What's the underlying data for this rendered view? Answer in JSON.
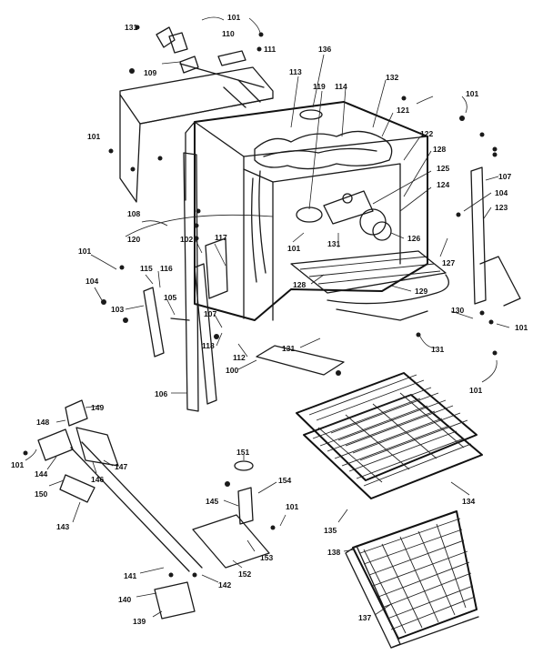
{
  "callouts": [
    {
      "id": "c131a",
      "text": "131"
    },
    {
      "id": "c101a",
      "text": "101"
    },
    {
      "id": "c110",
      "text": "110"
    },
    {
      "id": "c111",
      "text": "111"
    },
    {
      "id": "c109",
      "text": "109"
    },
    {
      "id": "c136",
      "text": "136"
    },
    {
      "id": "c113",
      "text": "113"
    },
    {
      "id": "c119",
      "text": "119"
    },
    {
      "id": "c114",
      "text": "114"
    },
    {
      "id": "c132",
      "text": "132"
    },
    {
      "id": "c101b",
      "text": "101"
    },
    {
      "id": "c121",
      "text": "121"
    },
    {
      "id": "c101c",
      "text": "101"
    },
    {
      "id": "c122",
      "text": "122"
    },
    {
      "id": "c128a",
      "text": "128"
    },
    {
      "id": "c125",
      "text": "125"
    },
    {
      "id": "c124",
      "text": "124"
    },
    {
      "id": "c107a",
      "text": "107"
    },
    {
      "id": "c104a",
      "text": "104"
    },
    {
      "id": "c123",
      "text": "123"
    },
    {
      "id": "c108",
      "text": "108"
    },
    {
      "id": "c120",
      "text": "120"
    },
    {
      "id": "c102",
      "text": "102"
    },
    {
      "id": "c117",
      "text": "117"
    },
    {
      "id": "c101d",
      "text": "101"
    },
    {
      "id": "c101e",
      "text": "101"
    },
    {
      "id": "c131b",
      "text": "131"
    },
    {
      "id": "c126",
      "text": "126"
    },
    {
      "id": "c127",
      "text": "127"
    },
    {
      "id": "c115",
      "text": "115"
    },
    {
      "id": "c116",
      "text": "116"
    },
    {
      "id": "c104b",
      "text": "104"
    },
    {
      "id": "c128b",
      "text": "128"
    },
    {
      "id": "c129",
      "text": "129"
    },
    {
      "id": "c103",
      "text": "103"
    },
    {
      "id": "c105",
      "text": "105"
    },
    {
      "id": "c130",
      "text": "130"
    },
    {
      "id": "c101f",
      "text": "101"
    },
    {
      "id": "c107b",
      "text": "107"
    },
    {
      "id": "c118",
      "text": "118"
    },
    {
      "id": "c112",
      "text": "112"
    },
    {
      "id": "c131c",
      "text": "131"
    },
    {
      "id": "c131d",
      "text": "131"
    },
    {
      "id": "c100",
      "text": "100"
    },
    {
      "id": "c106",
      "text": "106"
    },
    {
      "id": "c101g",
      "text": "101"
    },
    {
      "id": "c149",
      "text": "149"
    },
    {
      "id": "c148",
      "text": "148"
    },
    {
      "id": "c101h",
      "text": "101"
    },
    {
      "id": "c144",
      "text": "144"
    },
    {
      "id": "c147",
      "text": "147"
    },
    {
      "id": "c146",
      "text": "146"
    },
    {
      "id": "c150",
      "text": "150"
    },
    {
      "id": "c143",
      "text": "143"
    },
    {
      "id": "c151",
      "text": "151"
    },
    {
      "id": "c154",
      "text": "154"
    },
    {
      "id": "c145",
      "text": "145"
    },
    {
      "id": "c101i",
      "text": "101"
    },
    {
      "id": "c134",
      "text": "134"
    },
    {
      "id": "c135",
      "text": "135"
    },
    {
      "id": "c153",
      "text": "153"
    },
    {
      "id": "c152",
      "text": "152"
    },
    {
      "id": "c141",
      "text": "141"
    },
    {
      "id": "c142",
      "text": "142"
    },
    {
      "id": "c140",
      "text": "140"
    },
    {
      "id": "c138",
      "text": "138"
    },
    {
      "id": "c139",
      "text": "139"
    },
    {
      "id": "c137",
      "text": "137"
    }
  ]
}
